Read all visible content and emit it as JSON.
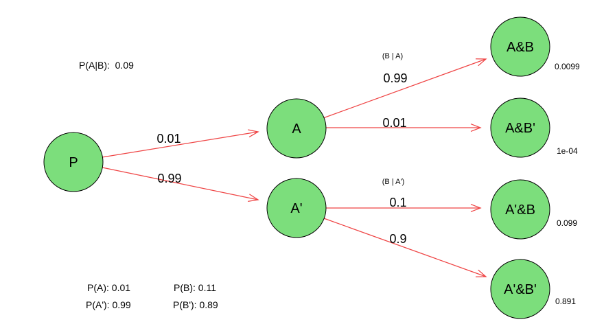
{
  "figure": {
    "kind": "probability-tree",
    "background": "#ffffff",
    "node_fill": "#7cde7c",
    "node_stroke": "#000000",
    "arrow_color": "#ef4444"
  },
  "nodes": [
    {
      "id": "P",
      "label": "P"
    },
    {
      "id": "A",
      "label": "A"
    },
    {
      "id": "A'",
      "label": "A'"
    },
    {
      "id": "A&B",
      "label": "A&B",
      "value": "0.0099"
    },
    {
      "id": "A&B'",
      "label": "A&B'",
      "value": "1e-04"
    },
    {
      "id": "A'&B",
      "label": "A'&B",
      "value": "0.099"
    },
    {
      "id": "A'&B'",
      "label": "A'&B'",
      "value": "0.891"
    }
  ],
  "edges": [
    {
      "from": "P",
      "to": "A",
      "probability": "0.01"
    },
    {
      "from": "P",
      "to": "A'",
      "probability": "0.99"
    },
    {
      "from": "A",
      "to": "A&B",
      "probability": "0.99"
    },
    {
      "from": "A",
      "to": "A&B'",
      "probability": "0.01"
    },
    {
      "from": "A'",
      "to": "A'&B",
      "probability": "0.1"
    },
    {
      "from": "A'",
      "to": "A'&B'",
      "probability": "0.9"
    }
  ],
  "annotations": {
    "posterior": {
      "label": "P(A|B):  0.09",
      "color": "#0000cd"
    },
    "conditional_headers": [
      {
        "label": "(B | A)"
      },
      {
        "label": "(B | A')"
      }
    ],
    "priors": [
      {
        "label": "P(A): 0.01",
        "color": "#1e6b1e"
      },
      {
        "label": "P(A'): 0.99",
        "color": "#1e6b1e"
      }
    ],
    "marginals": [
      {
        "label": "P(B): 0.11",
        "color": "#000000"
      },
      {
        "label": "P(B'): 0.89",
        "color": "#000000"
      }
    ]
  }
}
